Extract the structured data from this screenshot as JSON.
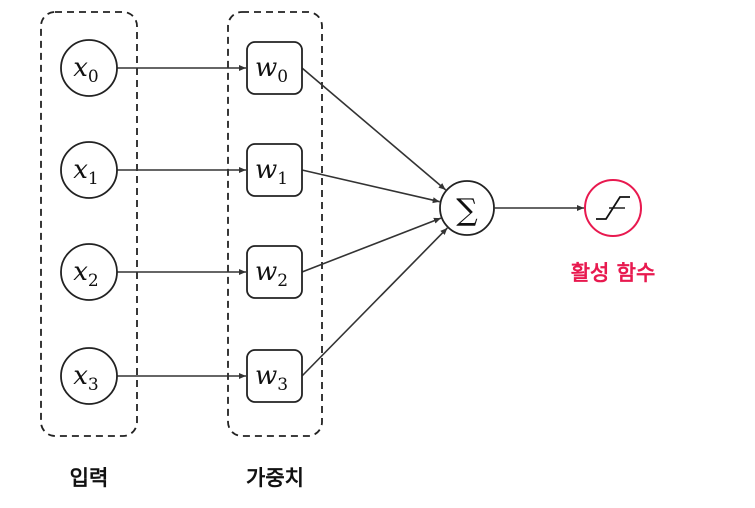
{
  "groups": {
    "input_label": "입력",
    "weight_label": "가중치"
  },
  "inputs": [
    {
      "base": "x",
      "sub": "0"
    },
    {
      "base": "x",
      "sub": "1"
    },
    {
      "base": "x",
      "sub": "2"
    },
    {
      "base": "x",
      "sub": "3"
    }
  ],
  "weights": [
    {
      "base": "w",
      "sub": "0"
    },
    {
      "base": "w",
      "sub": "1"
    },
    {
      "base": "w",
      "sub": "2"
    },
    {
      "base": "w",
      "sub": "3"
    }
  ],
  "summation": {
    "symbol": "∑"
  },
  "activation": {
    "label": "활성 함수",
    "icon": "step-function-icon",
    "color": "#e8194f"
  },
  "colors": {
    "stroke": "#222222",
    "text": "#111111",
    "accent": "#e8194f"
  }
}
